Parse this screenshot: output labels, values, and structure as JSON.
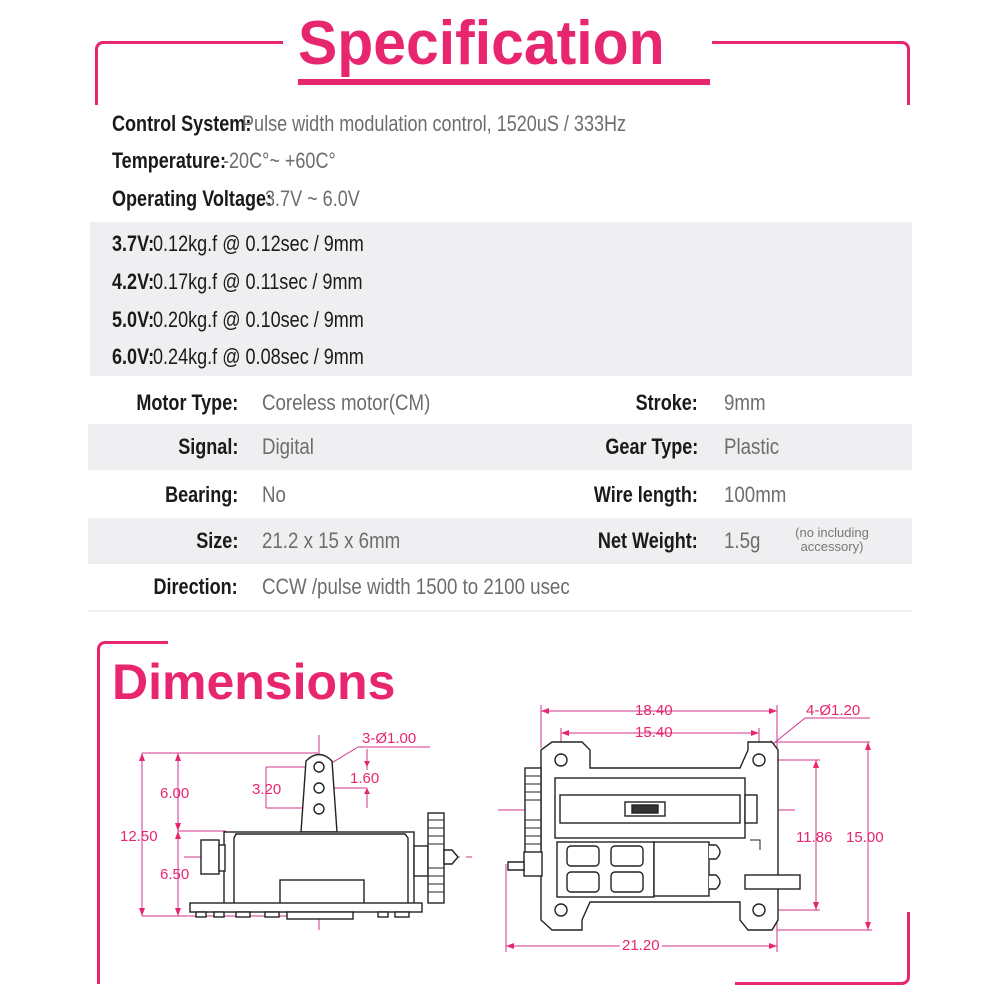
{
  "specification": {
    "title": "Specification",
    "general": [
      {
        "label": "Control System:",
        "value": "Pulse width modulation control, 1520uS / 333Hz"
      },
      {
        "label": "Temperature:",
        "value": "-20C°~ +60C°"
      },
      {
        "label": "Operating Voltage:",
        "value": "3.7V ~ 6.0V"
      }
    ],
    "voltage_ratings": [
      {
        "label": "3.7V:",
        "value": "0.12kg.f @ 0.12sec / 9mm"
      },
      {
        "label": "4.2V:",
        "value": "0.17kg.f @ 0.11sec / 9mm"
      },
      {
        "label": "5.0V:",
        "value": "0.20kg.f @ 0.10sec / 9mm"
      },
      {
        "label": "6.0V:",
        "value": "0.24kg.f @ 0.08sec / 9mm"
      }
    ],
    "table": [
      {
        "left_label": "Motor Type:",
        "left_value": "Coreless motor(CM)",
        "right_label": "Stroke:",
        "right_value": "9mm"
      },
      {
        "left_label": "Signal:",
        "left_value": "Digital",
        "right_label": "Gear Type:",
        "right_value": "Plastic"
      },
      {
        "left_label": "Bearing:",
        "left_value": "No",
        "right_label": "Wire length:",
        "right_value": "100mm"
      },
      {
        "left_label": "Size:",
        "left_value": "21.2 x 15 x 6mm",
        "right_label": "Net Weight:",
        "right_value": "1.5g",
        "right_note_line1": "(no including",
        "right_note_line2": "accessory)"
      },
      {
        "left_label": "Direction:",
        "left_value": "CCW /pulse width 1500 to 2100 usec"
      }
    ]
  },
  "dimensions": {
    "title": "Dimensions",
    "side_view": {
      "holes": "3-Ø1.00",
      "total_height": "12.50",
      "upper_height": "6.00",
      "lower_height": "6.50",
      "hole_span": "3.20",
      "hole_pitch": "1.60"
    },
    "top_view": {
      "outer_width": "18.40",
      "hole_spacing_x": "15.40",
      "holes": "4-Ø1.20",
      "hole_spacing_y": "11.86",
      "outer_height": "15.00",
      "total_length": "21.20"
    }
  },
  "colors": {
    "accent": "#e8256f",
    "label": "#1a1a1a",
    "value": "#6d6d6d",
    "band": "#efeff1"
  }
}
